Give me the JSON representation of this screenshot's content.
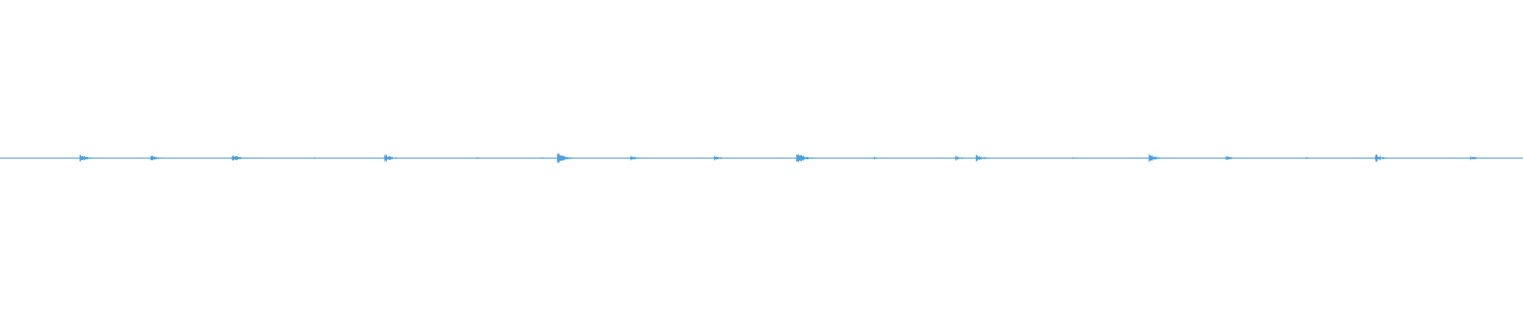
{
  "waveform": {
    "color": "#4a9fe0",
    "transients": [
      {
        "position": 0.0525,
        "amplitude": 0.45
      },
      {
        "position": 0.099,
        "amplitude": 0.35
      },
      {
        "position": 0.1525,
        "amplitude": 0.45
      },
      {
        "position": 0.2065,
        "amplitude": 0.08
      },
      {
        "position": 0.2525,
        "amplitude": 0.45
      },
      {
        "position": 0.313,
        "amplitude": 0.12
      },
      {
        "position": 0.3555,
        "amplitude": 0.1
      },
      {
        "position": 0.366,
        "amplitude": 0.55
      },
      {
        "position": 0.414,
        "amplitude": 0.3
      },
      {
        "position": 0.469,
        "amplitude": 0.3
      },
      {
        "position": 0.523,
        "amplitude": 0.6
      },
      {
        "position": 0.574,
        "amplitude": 0.12
      },
      {
        "position": 0.6275,
        "amplitude": 0.25
      },
      {
        "position": 0.641,
        "amplitude": 0.4
      },
      {
        "position": 0.7045,
        "amplitude": 0.1
      },
      {
        "position": 0.747,
        "amplitude": 0.1
      },
      {
        "position": 0.7545,
        "amplitude": 0.45
      },
      {
        "position": 0.805,
        "amplitude": 0.25
      },
      {
        "position": 0.8575,
        "amplitude": 0.12
      },
      {
        "position": 0.903,
        "amplitude": 0.45
      },
      {
        "position": 0.9655,
        "amplitude": 0.25
      }
    ]
  }
}
